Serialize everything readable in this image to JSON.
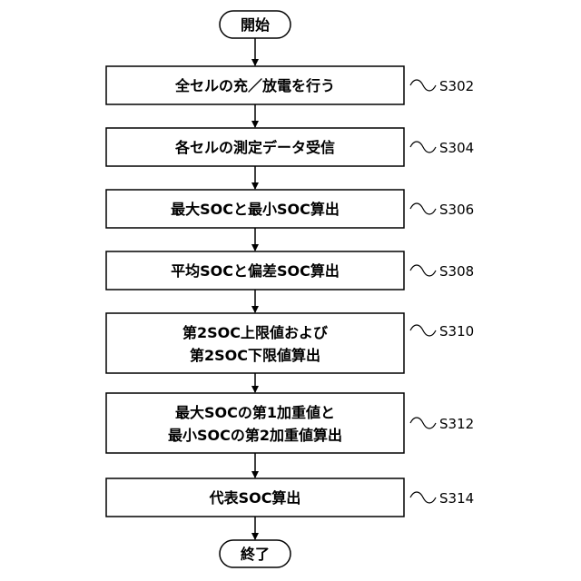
{
  "flowchart": {
    "start_label": "開始",
    "end_label": "終了",
    "steps": [
      {
        "lines": [
          "全セルの充／放電を行う"
        ],
        "ref": "S302"
      },
      {
        "lines": [
          "各セルの測定データ受信"
        ],
        "ref": "S304"
      },
      {
        "lines": [
          "最大SOCと最小SOC算出"
        ],
        "ref": "S306"
      },
      {
        "lines": [
          "平均SOCと偏差SOC算出"
        ],
        "ref": "S308"
      },
      {
        "lines": [
          "第2SOC上限値および",
          "第2SOC下限値算出"
        ],
        "ref": "S310"
      },
      {
        "lines": [
          "最大SOCの第1加重値と",
          "最小SOCの第2加重値算出"
        ],
        "ref": "S312"
      },
      {
        "lines": [
          "代表SOC算出"
        ],
        "ref": "S314"
      }
    ]
  }
}
